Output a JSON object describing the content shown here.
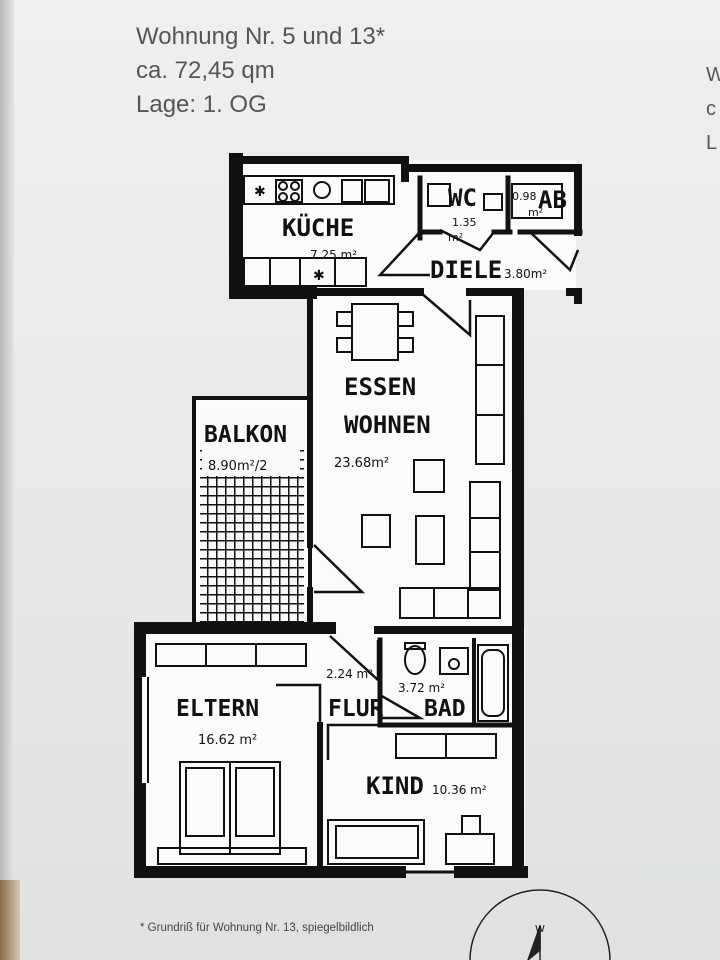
{
  "header": {
    "title": "Wohnung Nr. 5 und 13*",
    "area": "ca. 72,45 qm",
    "location": "Lage: 1. OG"
  },
  "side_text": [
    "W",
    "c",
    "L"
  ],
  "rooms": {
    "kitchen": {
      "name": "KÜCHE",
      "area": "7.25 m²"
    },
    "wc": {
      "name": "WC",
      "area_top": "1.35",
      "area_bottom": "m²"
    },
    "ab": {
      "name": "AB",
      "area_top": "0.98",
      "area_bottom": "m²"
    },
    "hall": {
      "name": "DIELE",
      "area": "3.80m²"
    },
    "living": {
      "name_line1": "ESSEN",
      "name_line2": "WOHNEN",
      "area": "23.68m²"
    },
    "balcony": {
      "name": "BALKON",
      "area": "8.90m²/2"
    },
    "parents": {
      "name": "ELTERN",
      "area": "16.62 m²"
    },
    "corridor": {
      "name": "FLUR",
      "area": "2.24 m²"
    },
    "bath": {
      "name": "BAD",
      "area": "3.72 m²"
    },
    "child": {
      "name": "KIND",
      "area": "10.36 m²"
    }
  },
  "footnote": "* Grundriß für Wohnung Nr. 13, spiegelbildlich",
  "compass": {
    "label": "W"
  }
}
